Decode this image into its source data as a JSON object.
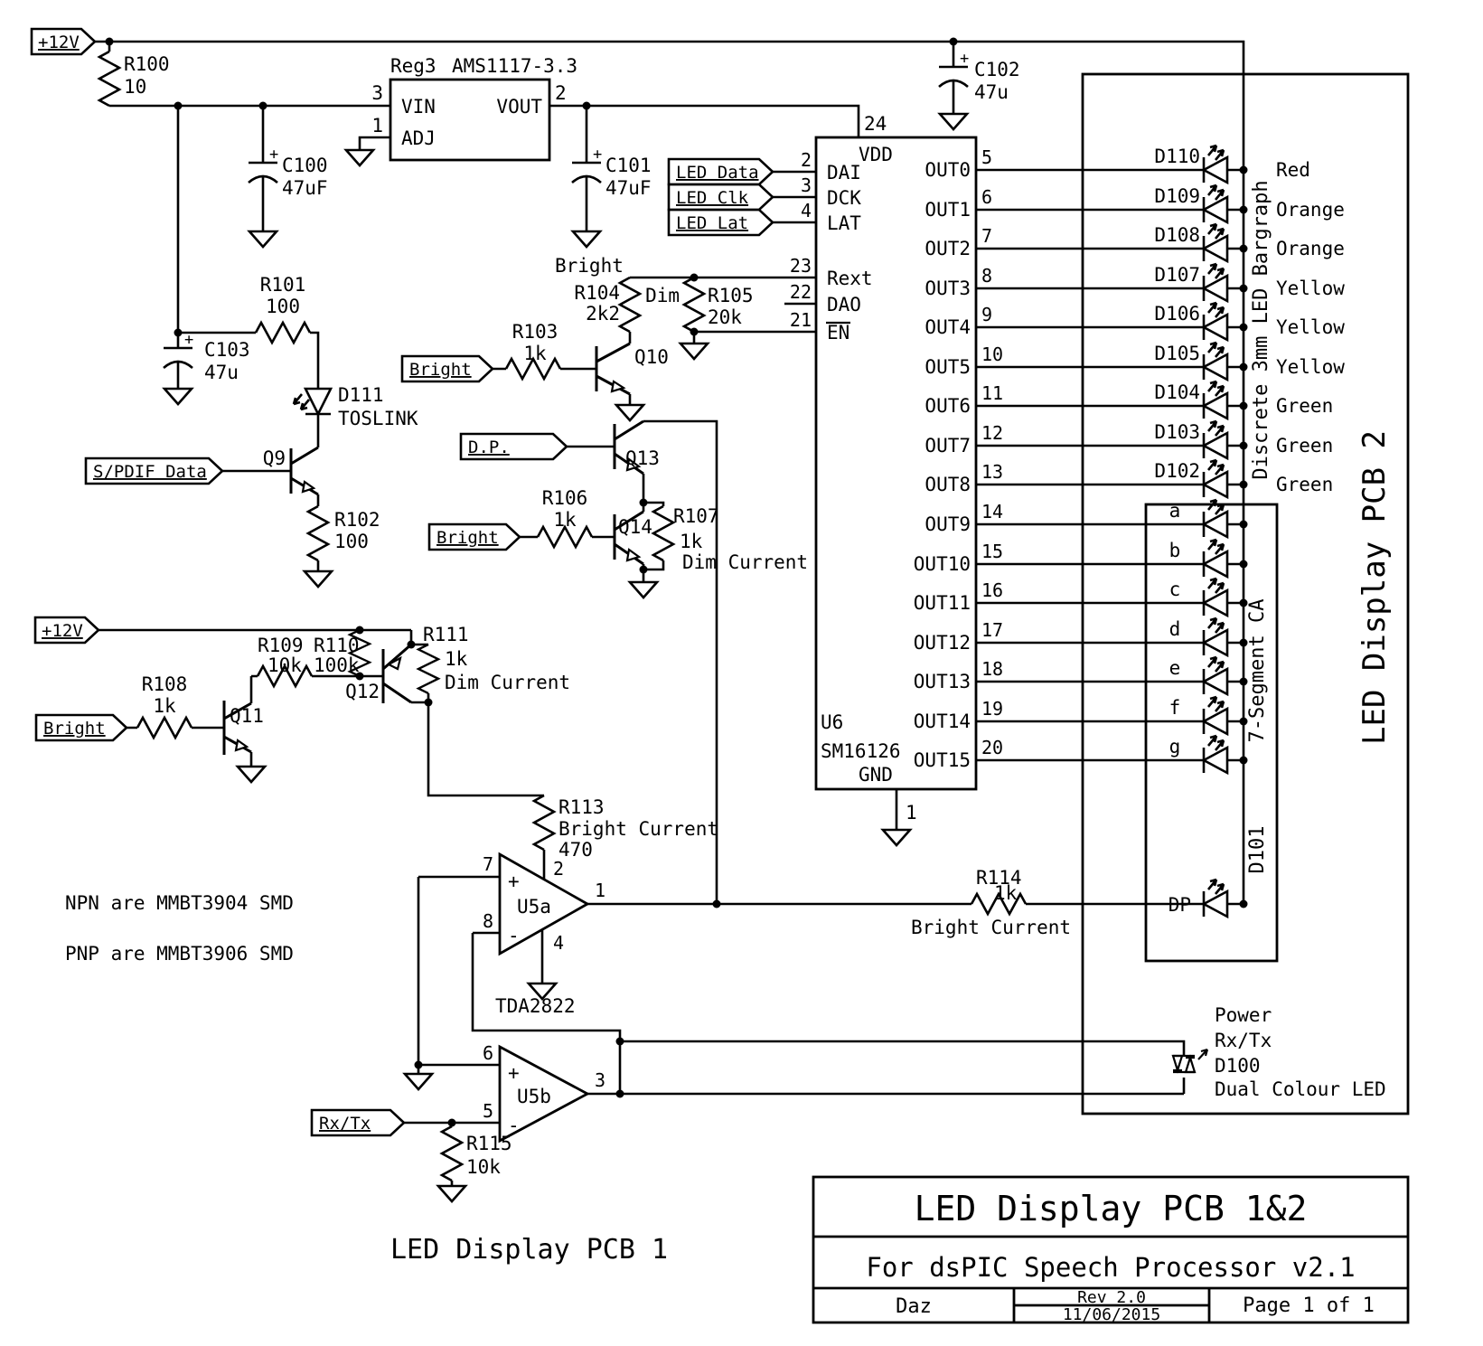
{
  "title_block": {
    "title": "LED Display PCB 1&2",
    "subtitle": "For dsPIC Speech Processor v2.1",
    "author": "Daz",
    "revision": "Rev 2.0",
    "date": "11/06/2015",
    "page": "Page 1 of 1"
  },
  "captions": {
    "pcb1": "LED Display PCB 1",
    "pcb2": "LED Display PCB 2",
    "bargraph": "Discrete 3mm LED Bargraph",
    "seven_segment": "7-Segment CA",
    "seven_segment_ref": "D101"
  },
  "notes": {
    "npn": "NPN are MMBT3904 SMD",
    "pnp": "PNP are MMBT3906 SMD"
  },
  "power_flags": {
    "top": "+12V",
    "mid": "+12V"
  },
  "signal_flags": {
    "led_data": "LED Data",
    "led_clk": "LED Clk",
    "led_lat": "LED Lat",
    "spdif": "S/PDIF Data",
    "bright1": "Bright",
    "dp": "D.P.",
    "bright2": "Bright",
    "bright3": "Bright",
    "rxtx": "Rx/Tx"
  },
  "regulator": {
    "ref": "Reg3",
    "part": "AMS1117-3.3",
    "vin": {
      "num": "3",
      "name": "VIN"
    },
    "vout": {
      "num": "2",
      "name": "VOUT"
    },
    "adj": {
      "num": "1",
      "name": "ADJ"
    }
  },
  "capacitors": {
    "plus": "+",
    "c100": {
      "ref": "C100",
      "value": "47uF"
    },
    "c101": {
      "ref": "C101",
      "value": "47uF"
    },
    "c102": {
      "ref": "C102",
      "value": "47u"
    },
    "c103": {
      "ref": "C103",
      "value": "47u"
    }
  },
  "resistors": {
    "r100": {
      "ref": "R100",
      "value": "10"
    },
    "r101": {
      "ref": "R101",
      "value": "100"
    },
    "r102": {
      "ref": "R102",
      "value": "100"
    },
    "r103": {
      "ref": "R103",
      "value": "1k"
    },
    "r104": {
      "ref": "R104",
      "value": "2k2"
    },
    "r105": {
      "ref": "R105",
      "value": "20k"
    },
    "r106": {
      "ref": "R106",
      "value": "1k"
    },
    "r107": {
      "ref": "R107",
      "value": "1k"
    },
    "r108": {
      "ref": "R108",
      "value": "1k"
    },
    "r109": {
      "ref": "R109",
      "value": "10k"
    },
    "r110": {
      "ref": "R110",
      "value": "100k"
    },
    "r111": {
      "ref": "R111",
      "value": "1k"
    },
    "r113": {
      "ref": "R113",
      "value": "470"
    },
    "r114": {
      "ref": "R114",
      "value": "1k"
    },
    "r115": {
      "ref": "R115",
      "value": "10k"
    }
  },
  "labels": {
    "bright_top": "Bright",
    "dim": "Dim",
    "dim_current1": "Dim Current",
    "dim_current2": "Dim Current",
    "bright_current1": "Bright Current",
    "bright_current2": "Bright Current",
    "dp_segment": "DP"
  },
  "transistors": {
    "q9": "Q9",
    "q10": "Q10",
    "q11": "Q11",
    "q12": "Q12",
    "q13": "Q13",
    "q14": "Q14"
  },
  "diodes": {
    "d111": {
      "ref": "D111",
      "desc": "TOSLINK"
    },
    "d100": {
      "ref": "D100",
      "line1": "Power",
      "line2": "Rx/Tx",
      "desc": "Dual Colour LED"
    }
  },
  "u6": {
    "ref": "U6",
    "part": "SM16126",
    "vdd": {
      "num": "24",
      "name": "VDD"
    },
    "gnd": {
      "num": "1",
      "name": "GND"
    },
    "left_pins": [
      {
        "num": "2",
        "name": "DAI"
      },
      {
        "num": "3",
        "name": "DCK"
      },
      {
        "num": "4",
        "name": "LAT"
      },
      {
        "num": "23",
        "name": "Rext"
      },
      {
        "num": "22",
        "name": "DAO"
      },
      {
        "num": "21",
        "name": "EN"
      }
    ],
    "outputs": [
      {
        "num": "5",
        "name": "OUT0"
      },
      {
        "num": "6",
        "name": "OUT1"
      },
      {
        "num": "7",
        "name": "OUT2"
      },
      {
        "num": "8",
        "name": "OUT3"
      },
      {
        "num": "9",
        "name": "OUT4"
      },
      {
        "num": "10",
        "name": "OUT5"
      },
      {
        "num": "11",
        "name": "OUT6"
      },
      {
        "num": "12",
        "name": "OUT7"
      },
      {
        "num": "13",
        "name": "OUT8"
      },
      {
        "num": "14",
        "name": "OUT9"
      },
      {
        "num": "15",
        "name": "OUT10"
      },
      {
        "num": "16",
        "name": "OUT11"
      },
      {
        "num": "17",
        "name": "OUT12"
      },
      {
        "num": "18",
        "name": "OUT13"
      },
      {
        "num": "19",
        "name": "OUT14"
      },
      {
        "num": "20",
        "name": "OUT15"
      }
    ]
  },
  "bargraph": [
    {
      "ref": "D110",
      "color": "Red"
    },
    {
      "ref": "D109",
      "color": "Orange"
    },
    {
      "ref": "D108",
      "color": "Orange"
    },
    {
      "ref": "D107",
      "color": "Yellow"
    },
    {
      "ref": "D106",
      "color": "Yellow"
    },
    {
      "ref": "D105",
      "color": "Yellow"
    },
    {
      "ref": "D104",
      "color": "Green"
    },
    {
      "ref": "D103",
      "color": "Green"
    },
    {
      "ref": "D102",
      "color": "Green"
    }
  ],
  "segments": [
    "a",
    "b",
    "c",
    "d",
    "e",
    "f",
    "g"
  ],
  "opamps": {
    "part": "TDA2822",
    "u5a": {
      "ref": "U5a",
      "plus": "+",
      "minus": "-",
      "pin_inplus": "7",
      "pin_inminus": "8",
      "pin_top": "2",
      "pin_out": "1",
      "pin_bot": "4"
    },
    "u5b": {
      "ref": "U5b",
      "plus": "+",
      "minus": "-",
      "pin_inplus": "6",
      "pin_inminus": "5",
      "pin_out": "3"
    }
  }
}
